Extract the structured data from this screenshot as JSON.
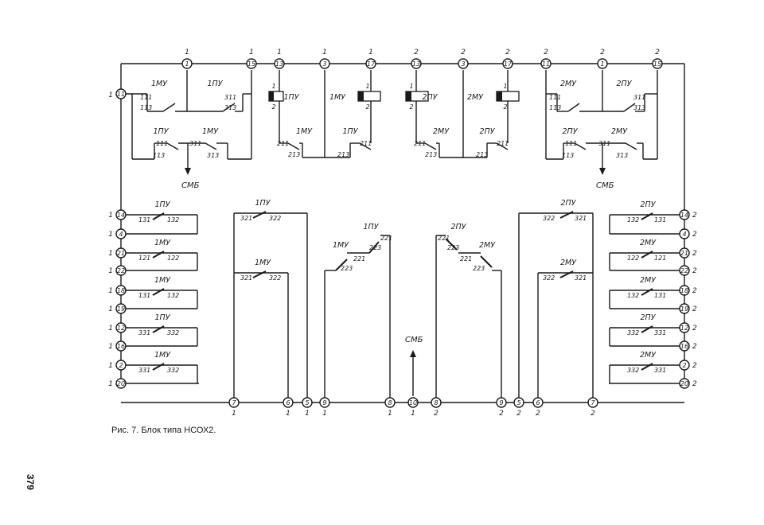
{
  "caption": "Рис. 7. Блок типа НСОХ2.",
  "page_number": "379",
  "smb_label": "СМБ",
  "top_terminals": [
    {
      "num": "1",
      "label": "1"
    },
    {
      "num": "15",
      "label": "1"
    },
    {
      "num": "13",
      "label": "1"
    },
    {
      "num": "3",
      "label": "1"
    },
    {
      "num": "17",
      "label": "1"
    },
    {
      "num": "13",
      "label": "2"
    },
    {
      "num": "3",
      "label": "2"
    },
    {
      "num": "17",
      "label": "2"
    },
    {
      "num": "11",
      "label": "2"
    },
    {
      "num": "1",
      "label": "2"
    },
    {
      "num": "15",
      "label": "2"
    }
  ],
  "side_terminal_11": {
    "num": "11",
    "label": "1"
  },
  "left_terminals": [
    {
      "num": "14",
      "label": "1"
    },
    {
      "num": "4",
      "label": "1"
    },
    {
      "num": "21",
      "label": "1"
    },
    {
      "num": "22",
      "label": "1"
    },
    {
      "num": "18",
      "label": "1"
    },
    {
      "num": "19",
      "label": "1"
    },
    {
      "num": "12",
      "label": "1"
    },
    {
      "num": "16",
      "label": "1"
    },
    {
      "num": "2",
      "label": "1"
    },
    {
      "num": "20",
      "label": "1"
    }
  ],
  "right_terminals": [
    {
      "num": "14",
      "label": "2"
    },
    {
      "num": "4",
      "label": "2"
    },
    {
      "num": "21",
      "label": "2"
    },
    {
      "num": "22",
      "label": "2"
    },
    {
      "num": "18",
      "label": "2"
    },
    {
      "num": "19",
      "label": "2"
    },
    {
      "num": "12",
      "label": "2"
    },
    {
      "num": "16",
      "label": "2"
    },
    {
      "num": "2",
      "label": "2"
    },
    {
      "num": "20",
      "label": "2"
    }
  ],
  "bottom_terminals": [
    {
      "num": "7",
      "label": "1"
    },
    {
      "num": "6",
      "label": "1"
    },
    {
      "num": "5",
      "label": "1"
    },
    {
      "num": "9",
      "label": "1"
    },
    {
      "num": "8",
      "label": "1"
    },
    {
      "num": "10",
      "label": "1"
    },
    {
      "num": "8",
      "label": "2"
    },
    {
      "num": "9",
      "label": "2"
    },
    {
      "num": "5",
      "label": "2"
    },
    {
      "num": "6",
      "label": "2"
    },
    {
      "num": "7",
      "label": "2"
    }
  ],
  "coils": [
    {
      "label": "1ПУ",
      "pin_top": "1",
      "pin_bottom": "2"
    },
    {
      "label": "1МУ",
      "pin_top": "1",
      "pin_bottom": "2"
    },
    {
      "label": "2ПУ",
      "pin_top": "1",
      "pin_bottom": "2"
    },
    {
      "label": "2МУ",
      "pin_top": "1",
      "pin_bottom": "2"
    }
  ],
  "top_left_group": {
    "row1": [
      {
        "title": "1МУ",
        "a": "111",
        "b": "113"
      },
      {
        "title": "1ПУ",
        "a": "311",
        "b": "313"
      }
    ],
    "row2": [
      {
        "title": "1ПУ",
        "a": "111",
        "b": "113"
      },
      {
        "title": "1МУ",
        "a": "311",
        "b": "313"
      }
    ]
  },
  "top_right_group": {
    "row1": [
      {
        "title": "2МУ",
        "a": "111",
        "b": "113"
      },
      {
        "title": "2ПУ",
        "a": "311",
        "b": "313"
      }
    ],
    "row2": [
      {
        "title": "2ПУ",
        "a": "111",
        "b": "113"
      },
      {
        "title": "2МУ",
        "a": "311",
        "b": "313"
      }
    ]
  },
  "mid_contacts": [
    {
      "title": "1МУ",
      "a": "211",
      "b": "213"
    },
    {
      "title": "1ПУ",
      "a": "211",
      "b": "213"
    },
    {
      "title": "2МУ",
      "a": "211",
      "b": "213"
    },
    {
      "title": "2ПУ",
      "a": "211",
      "b": "213"
    }
  ],
  "left_stack": [
    {
      "title": "1ПУ",
      "a": "131",
      "b": "132"
    },
    {
      "title": "1МУ",
      "a": "121",
      "b": "122"
    },
    {
      "title": "1МУ",
      "a": "131",
      "b": "132"
    },
    {
      "title": "1ПУ",
      "a": "331",
      "b": "332"
    },
    {
      "title": "1МУ",
      "a": "331",
      "b": "332"
    }
  ],
  "right_stack": [
    {
      "title": "2ПУ",
      "a": "132",
      "b": "131"
    },
    {
      "title": "2МУ",
      "a": "122",
      "b": "121"
    },
    {
      "title": "2МУ",
      "a": "132",
      "b": "131"
    },
    {
      "title": "2ПУ",
      "a": "332",
      "b": "331"
    },
    {
      "title": "2МУ",
      "a": "332",
      "b": "331"
    }
  ],
  "inner_left": [
    {
      "title": "1ПУ",
      "a": "321",
      "b": "322"
    },
    {
      "title": "1МУ",
      "a": "321",
      "b": "322"
    }
  ],
  "inner_right": [
    {
      "title": "2ПУ",
      "a": "322",
      "b": "321"
    },
    {
      "title": "2МУ",
      "a": "322",
      "b": "321"
    }
  ],
  "stair_left": {
    "upper": {
      "title": "1ПУ",
      "a": "221",
      "b": "223"
    },
    "lower": {
      "title": "1МУ",
      "a": "221",
      "b": "223"
    }
  },
  "stair_right": {
    "upper": {
      "title": "2ПУ",
      "a": "221",
      "b": "223"
    },
    "lower": {
      "title": "2МУ",
      "a": "221",
      "b": "223"
    }
  }
}
